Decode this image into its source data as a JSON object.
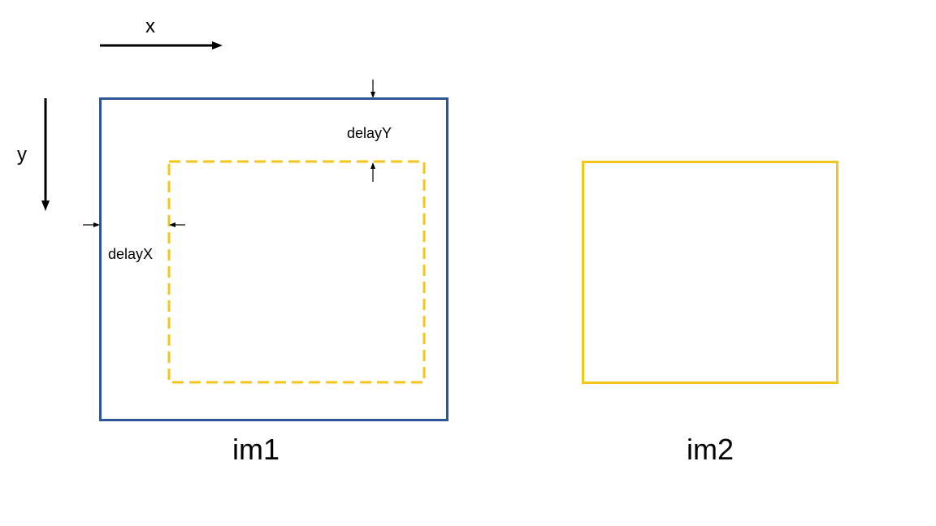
{
  "axes": {
    "x_label": "x",
    "y_label": "y"
  },
  "annotations": {
    "delay_x": "delayX",
    "delay_y": "delayY"
  },
  "images": {
    "im1_label": "im1",
    "im2_label": "im2"
  },
  "colors": {
    "im1_border": "#2f5597",
    "overlap_region": "#f5c518",
    "arrows": "#000000"
  }
}
